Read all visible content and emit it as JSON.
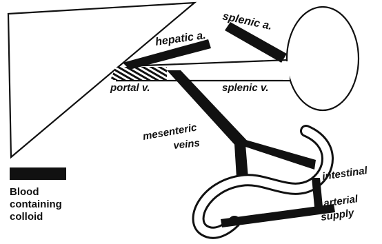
{
  "labels": {
    "hepatic_artery": "hepatic a.",
    "splenic_artery": "splenic a.",
    "portal_vein": "portal v.",
    "splenic_vein": "splenic v.",
    "mesenteric_veins_line1": "mesenteric",
    "mesenteric_veins_line2": "veins",
    "intestinal": "intestinal",
    "arterial_line1": "arterial",
    "arterial_line2": "supply"
  },
  "legend": {
    "line1": "Blood",
    "line2": "containing",
    "line3": "colloid"
  },
  "colors": {
    "ink": "#111111",
    "background": "#ffffff"
  }
}
